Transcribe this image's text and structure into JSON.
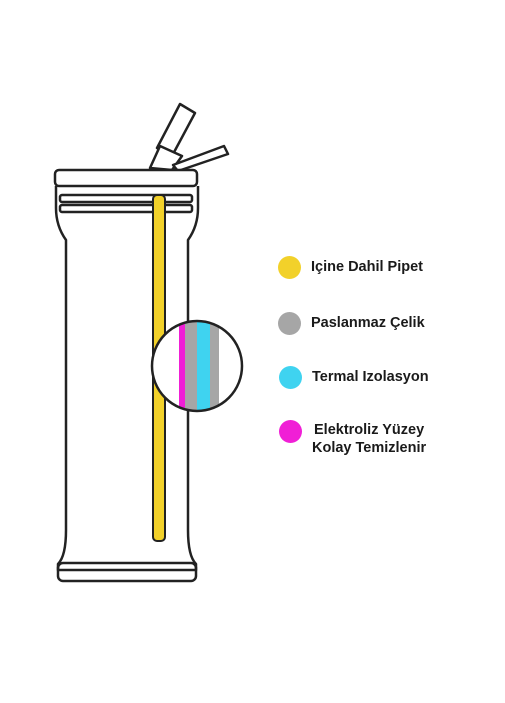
{
  "legend": [
    {
      "label": "Içine Dahil Pipet",
      "color": "#F2D12A"
    },
    {
      "label": "Paslanmaz Çelik",
      "color": "#A6A6A6"
    },
    {
      "label": "Termal Izolasyon",
      "color": "#3FD3F0"
    },
    {
      "label": "Elektroliz Yüzey\nKolay Temizlenir",
      "color": "#F01FD6"
    }
  ],
  "colors": {
    "outline": "#222222",
    "straw": "#F2D12A",
    "steel": "#A6A6A6",
    "insulation": "#3FD3F0",
    "electrolysis": "#F01FD6"
  },
  "icons": {
    "bottle": "tumbler-bottle-outline",
    "straw": "straw",
    "magnifier": "cross-section-magnifier"
  }
}
